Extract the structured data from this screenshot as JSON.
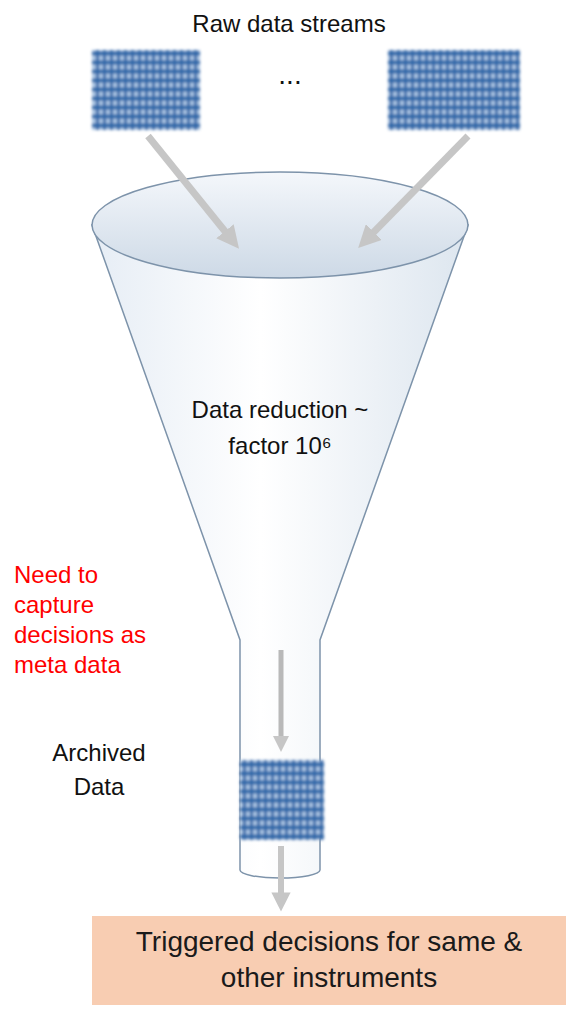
{
  "diagram": {
    "title": "Raw data streams",
    "nodes": [
      {
        "text": [
          "Data reduction ~ factor 10⁶"
        ]
      },
      {
        "text": [
          "Triggered decisions for same & other instruments"
        ]
      }
    ],
    "labels": [
      "...",
      "Need to capture decisions as meta data",
      "Archived Data"
    ]
  }
}
